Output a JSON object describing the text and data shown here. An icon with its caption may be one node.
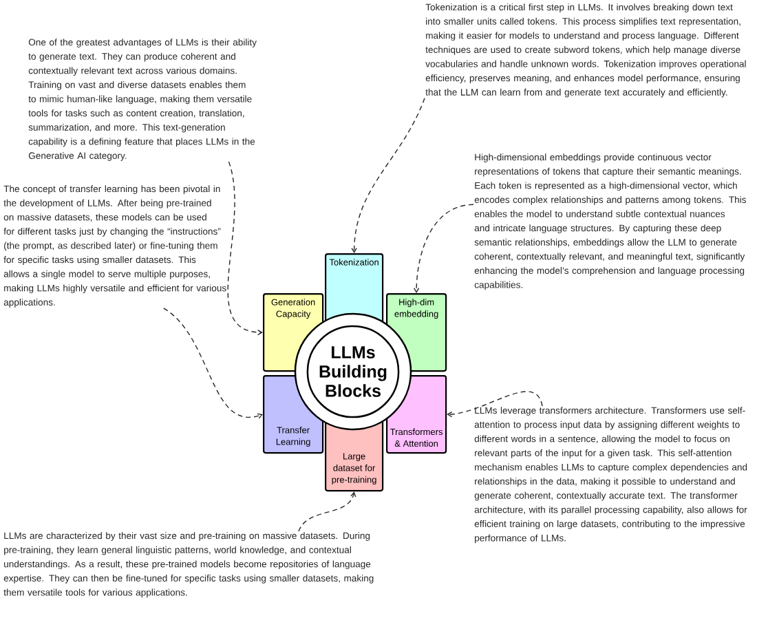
{
  "diagram": {
    "nodes": [
      {
        "text": [
          "LLMs Building Blocks"
        ]
      },
      {
        "text": [
          "Tokenization"
        ]
      },
      {
        "text": [
          "Generation Capacity"
        ]
      },
      {
        "text": [
          "High-dim embedding"
        ]
      },
      {
        "text": [
          "Transfer Learning"
        ]
      },
      {
        "text": [
          "Transformers & Attention"
        ]
      },
      {
        "text": [
          "Large dataset for pre-training"
        ]
      },
      {
        "text": [
          "Tokenization is a critical first step in LLMs. It involves breaking down text into smaller units called tokens. This process simplifies text representation, making it easier for models to understand and process language. Different techniques are used to create subword tokens, which help manage diverse vocabularies and handle unknown words. Tokenization improves operational efficiency, preserves meaning, and enhances model performance, ensuring that the LLM can learn from and generate text accurately and efficiently."
        ]
      },
      {
        "text": [
          "One of the greatest advantages of LLMs is their ability to generate text. They can produce coherent and contextually relevant text across various domains. Training on vast and diverse datasets enables them to mimic human-like language, making them versatile tools for tasks such as content creation, translation, summarization, and more. This text-generation capability is a defining feature that places LLMs in the Generative AI category."
        ]
      },
      {
        "text": [
          "High-dimensional embeddings provide continuous vector representations of tokens that capture their semantic meanings. Each token is represented as a high-dimensional vector, which encodes complex relationships and patterns among tokens. This enables the model to understand subtle contextual nuances and intricate language structures. By capturing these deep semantic relationships, embeddings allow the LLM to generate coherent, contextually relevant, and meaningful text, significantly enhancing the model’s comprehension and language processing capabilities."
        ]
      },
      {
        "text": [
          "The concept of transfer learning has been pivotal in the development of LLMs. After being pre-trained on massive datasets, these models can be used for different tasks just by changing the “instructions” (the prompt, as described later) or fine-tuning them for specific tasks using smaller datasets. This allows a single model to serve multiple purposes, making LLMs highly versatile and efficient for various applications."
        ]
      },
      {
        "text": [
          "LLMs leverage transformers architecture. Transformers use self-attention to process input data by assigning different weights to different words in a sentence, allowing the model to focus on relevant parts of the input for a given task. This self-attention mechanism enables LLMs to capture complex dependencies and relationships in the data, making it possible to understand and generate coherent, contextually accurate text. The transformer architecture, with its parallel processing capability, also allows for efficient training on large datasets, contributing to the impressive performance of LLMs."
        ]
      },
      {
        "text": [
          "LLMs are characterized by their vast size and pre-training on massive datasets. During pre-training, they learn general linguistic patterns, world knowledge, and contextual understandings. As a result, these pre-trained models become repositories of language expertise. They can then be fine-tuned for specific tasks using smaller datasets, making them versatile tools for various applications."
        ]
      }
    ],
    "edges": [
      {
        "from": 7,
        "to": 1,
        "arrow": "to",
        "style": "dashed"
      },
      {
        "from": 8,
        "to": 2,
        "arrow": "to",
        "style": "dashed"
      },
      {
        "from": 9,
        "to": 3,
        "arrow": "to",
        "style": "dashed"
      },
      {
        "from": 10,
        "to": 4,
        "arrow": "to",
        "style": "dashed"
      },
      {
        "from": 11,
        "to": 5,
        "arrow": "to",
        "style": "dashed"
      },
      {
        "from": 12,
        "to": 6,
        "arrow": "to",
        "style": "dashed"
      }
    ]
  }
}
